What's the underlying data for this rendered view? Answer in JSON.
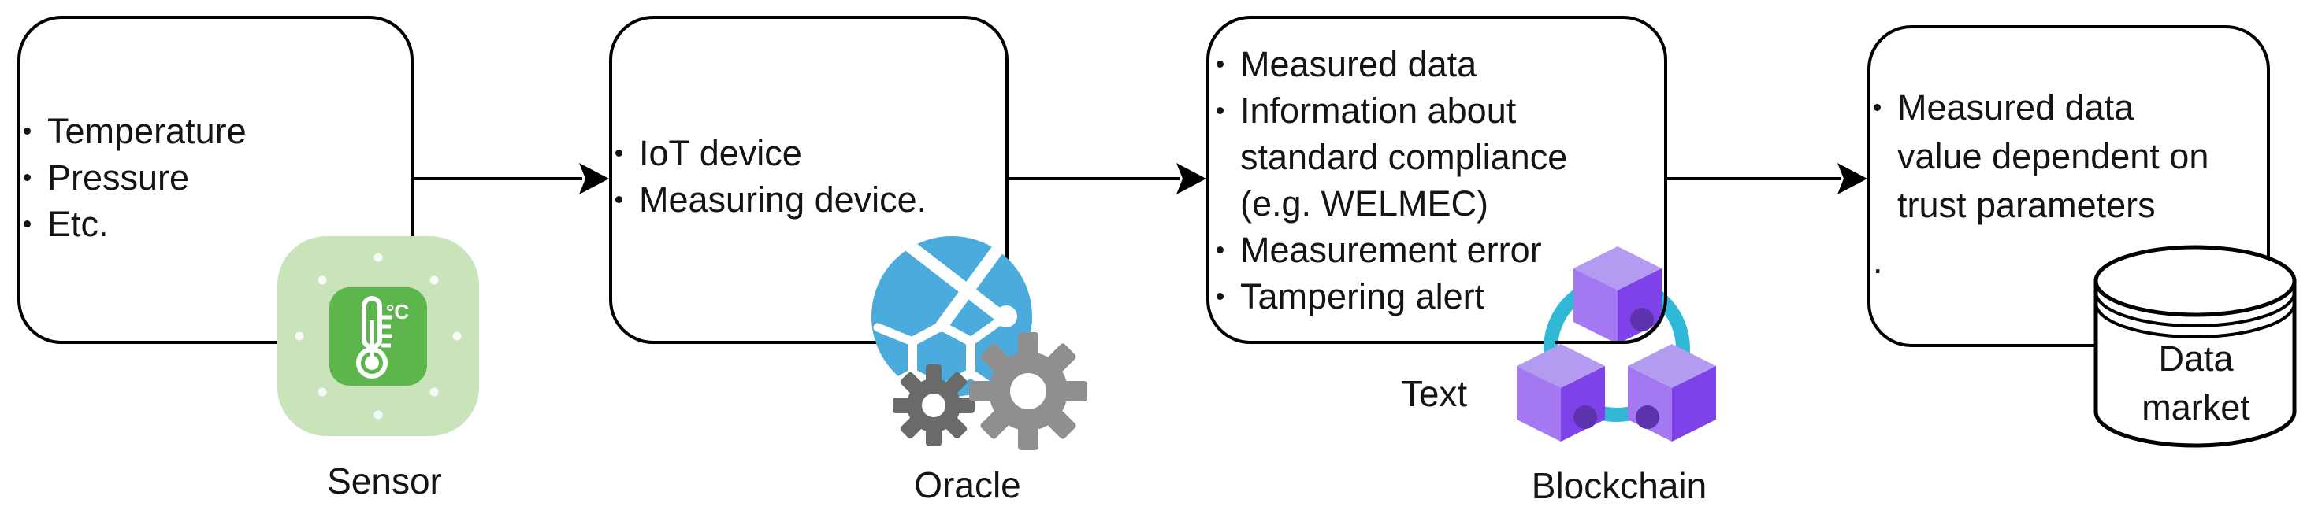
{
  "stages": {
    "sensor": {
      "bullets": [
        "Temperature",
        "Pressure",
        "Etc."
      ],
      "label": "Sensor",
      "icon_unit": "°C"
    },
    "oracle": {
      "bullets": [
        "IoT device",
        "Measuring device."
      ],
      "label": "Oracle"
    },
    "blockchain": {
      "bullets": [
        "Measured data",
        "Information about\nstandard compliance\n(e.g. WELMEC)",
        "Measurement error",
        "Tampering alert"
      ],
      "label": "Blockchain",
      "floating_label": "Text"
    },
    "data_market": {
      "bullets": [
        "Measured data\nvalue dependent on\ntrust parameters",
        "."
      ],
      "label": "Data\nmarket"
    }
  },
  "colors": {
    "box_stroke": "#000000",
    "text": "#141414",
    "sensor_bg": "#c9e4bb",
    "sensor_fg": "#5cb64c",
    "oracle_globe": "#4aabdc",
    "gear_large": "#8f8f8f",
    "gear_small": "#6a6a6a",
    "cube_top": "#b49bf2",
    "cube_left": "#a478f0",
    "cube_right": "#7d42e8",
    "cube_hole": "#5c33ad",
    "link_teal": "#2fb9d6"
  }
}
